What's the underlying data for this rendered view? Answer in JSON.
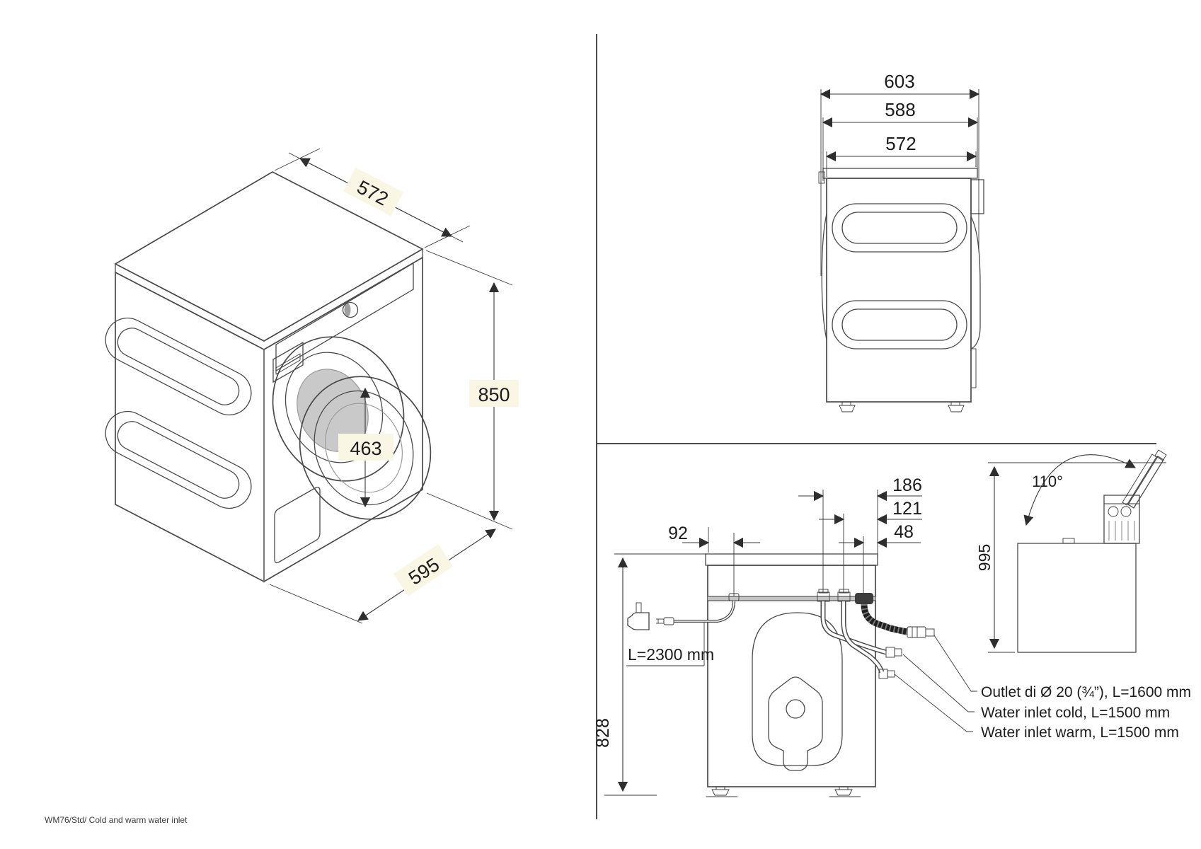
{
  "footer": "WM76/Std/ Cold and warm water inlet",
  "colors": {
    "label_bg": "#FAF6E4",
    "line": "#3a3a3a",
    "body_light": "#d2d2d2",
    "body_mid": "#b5b5b5",
    "body_dark": "#9c9c9c"
  },
  "iso_view": {
    "depth": "572",
    "height": "850",
    "door_diameter": "463",
    "width": "595"
  },
  "side_view": {
    "total_depth": "603",
    "mid_depth": "588",
    "body_depth": "572"
  },
  "rear_view": {
    "cord_offset": "92",
    "cold_inlet_offset": "186",
    "warm_inlet_offset": "121",
    "outlet_offset": "48",
    "height": "828",
    "cord_length": "L=2300 mm"
  },
  "lid_view": {
    "opening_angle": "110°",
    "height_open": "995"
  },
  "callouts": {
    "outlet": "Outlet di Ø 20 (¾”), L=1600 mm",
    "cold": "Water inlet cold, L=1500 mm",
    "warm": "Water inlet warm, L=1500 mm"
  }
}
